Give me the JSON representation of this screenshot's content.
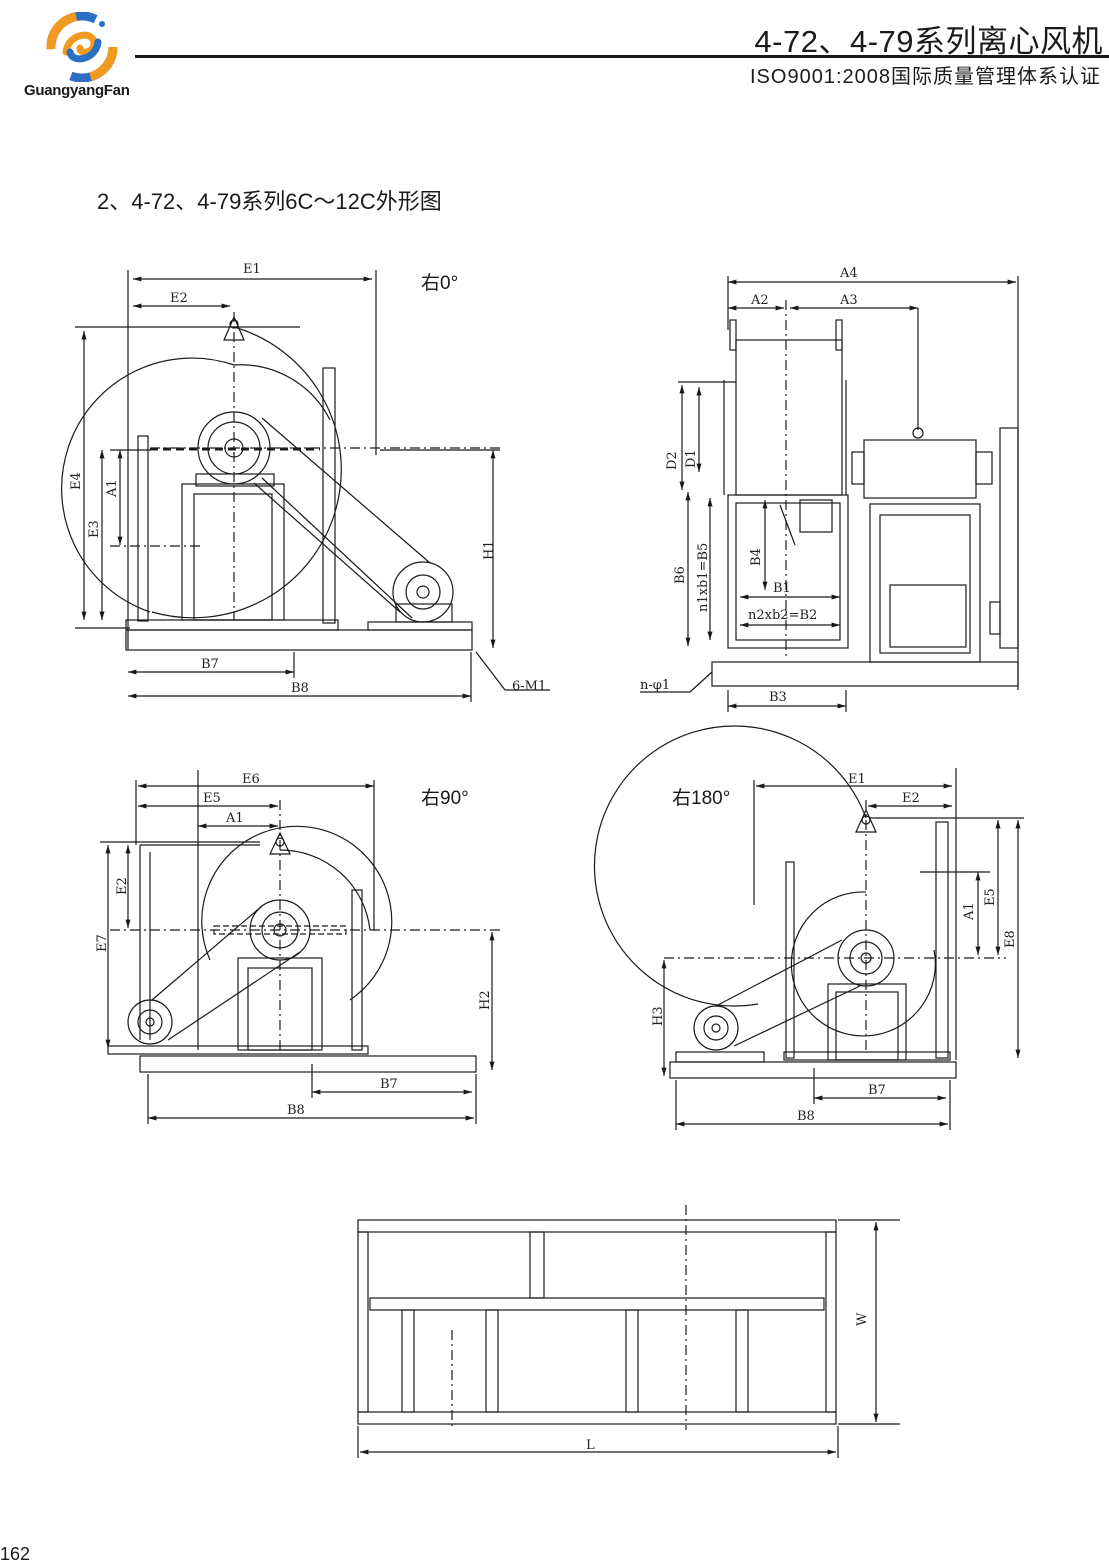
{
  "header": {
    "title": "4-72、4-79系列离心风机",
    "subtitle": "ISO9001:2008国际质量管理体系认证",
    "brand": "GuangyangFan",
    "logo_icon": "guangyang-swirl-logo"
  },
  "section_title": "2、4-72、4-79系列6C～12C外形图",
  "page_number": "162",
  "colors": {
    "logo_blue": "#2a6fc4",
    "logo_orange": "#f29a1f",
    "line": "#1a1a1a"
  },
  "views": {
    "right0": {
      "label": "右0°",
      "dims": {
        "E1": "E1",
        "E2": "E2",
        "E3": "E3",
        "E4": "E4",
        "A1": "A1",
        "H1": "H1",
        "B7": "B7",
        "B8": "B8",
        "M1": "6-M1"
      }
    },
    "side": {
      "dims": {
        "A4": "A4",
        "A2": "A2",
        "A3": "A3",
        "D2": "D2",
        "D1": "D1",
        "B6": "B6",
        "B5": "n1xb1=B5",
        "B4": "B4",
        "B1": "B1",
        "B2": "n2xb2=B2",
        "B3": "B3",
        "phi": "n-φ1"
      }
    },
    "right90": {
      "label": "右90°",
      "dims": {
        "E6": "E6",
        "E5": "E5",
        "A1": "A1",
        "E2": "E2",
        "E7": "E7",
        "H2": "H2",
        "B7": "B7",
        "B8": "B8"
      }
    },
    "right180": {
      "label": "右180°",
      "dims": {
        "E1": "E1",
        "E2": "E2",
        "A1": "A1",
        "E5": "E5",
        "E8": "E8",
        "H3": "H3",
        "B7": "B7",
        "B8": "B8"
      }
    },
    "base": {
      "dims": {
        "W": "W",
        "L": "L"
      }
    }
  }
}
